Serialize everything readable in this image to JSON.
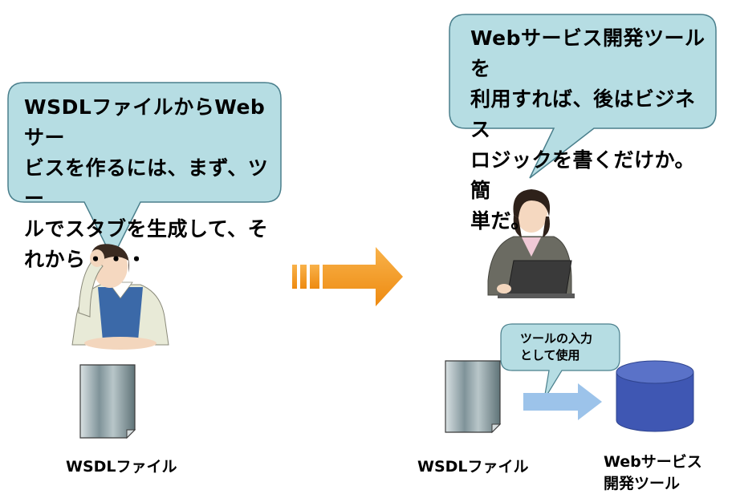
{
  "left_bubble": {
    "text": "WSDLファイルからWebサー\nビスを作るには、まず、ツー\nルでスタブを生成して、そ\nれから・・・"
  },
  "right_bubble": {
    "text": "Webサービス開発ツールを\n利用すれば、後はビジネス\nロジックを書くだけか。簡\n単だ。"
  },
  "small_bubble": {
    "text": "ツールの入力\nとして使用"
  },
  "labels": {
    "left_file": "WSDLファイル",
    "right_file": "WSDLファイル",
    "tool": "Webサービス\n開発ツール"
  },
  "colors": {
    "bubble_fill": "#b6dde3",
    "bubble_stroke": "#4a7f8c",
    "arrow_orange": "#f39a1f",
    "arrow_blue": "#9cc3ea",
    "cylinder_blue": "#3f57b3",
    "file_gray": "#8e9ea4"
  },
  "icons": {
    "person_left": "stressed-person-icon",
    "person_right": "laptop-person-icon",
    "file": "document-icon",
    "tool": "database-cylinder-icon"
  }
}
